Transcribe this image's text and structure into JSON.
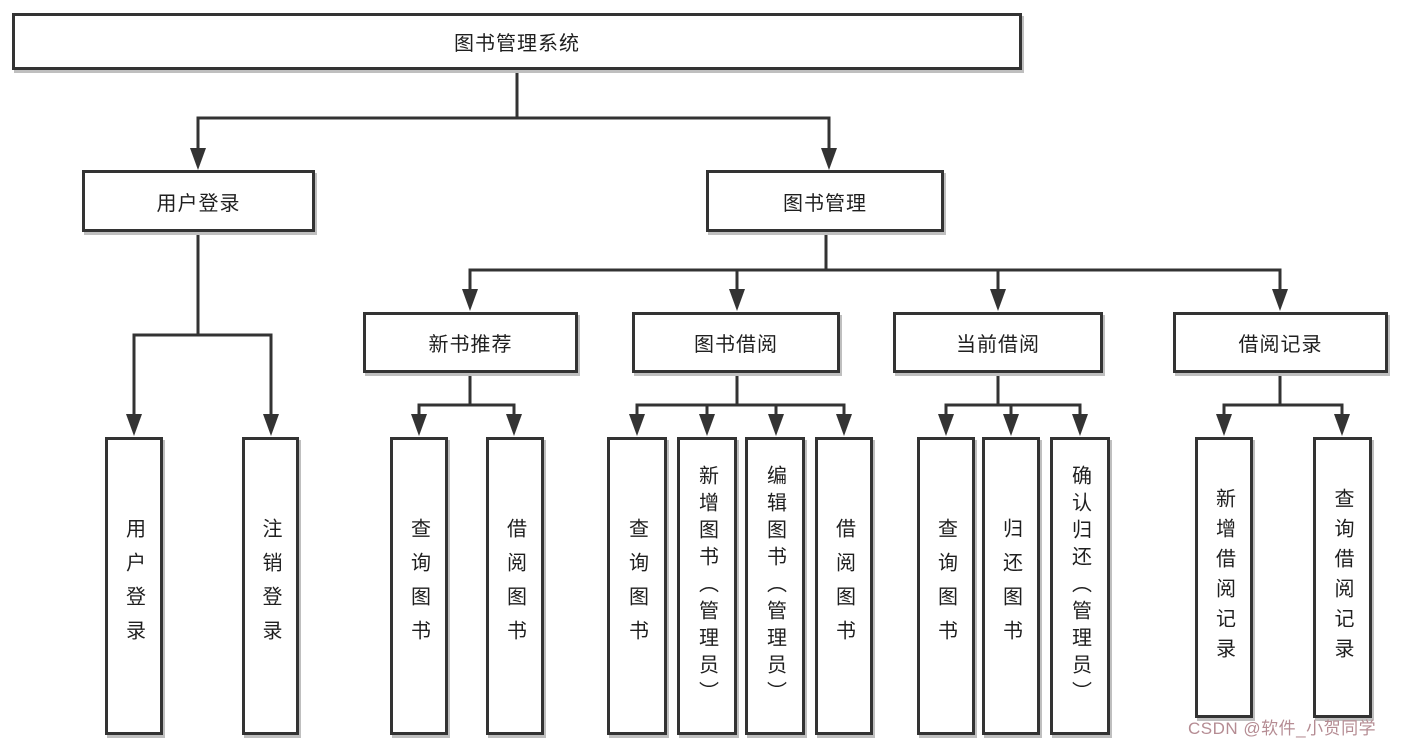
{
  "diagram": {
    "root": "图书管理系统",
    "level2": {
      "user_login": "用户登录",
      "book_mgmt": "图书管理"
    },
    "user_login_children": {
      "login": "用户登录",
      "logout": "注销登录"
    },
    "book_mgmt_children": {
      "new_book_rec": "新书推荐",
      "book_borrow": "图书借阅",
      "current_borrow": "当前借阅",
      "borrow_record": "借阅记录"
    },
    "new_book_rec_children": {
      "query_book": "查询图书",
      "borrow_book": "借阅图书"
    },
    "book_borrow_children": {
      "query_book": "查询图书",
      "add_book": "新增图书（管理员）",
      "edit_book": "编辑图书（管理员）",
      "borrow_book": "借阅图书"
    },
    "current_borrow_children": {
      "query_book": "查询图书",
      "return_book": "归还图书",
      "confirm_return": "确认归还（管理员）"
    },
    "borrow_record_children": {
      "add_record": "新增借阅记录",
      "query_record": "查询借阅记录"
    }
  },
  "watermark": {
    "text": "CSDN @软件_小贺同学"
  },
  "colors": {
    "line": "#333333",
    "box_border": "#333333",
    "box_shadow": "#bfbfbf",
    "text": "#1f1f1f",
    "watermark": "#b58c93",
    "background": "#ffffff"
  }
}
